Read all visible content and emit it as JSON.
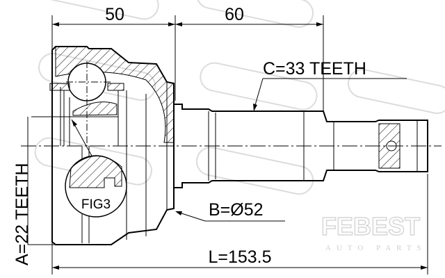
{
  "watermark": {
    "brand": "FEBEST",
    "tagline": "AUTO PARTS"
  },
  "dimensions": {
    "top_left": "50",
    "top_right": "60",
    "spline_outer": "C=33 TEETH",
    "spline_inner": "A=22 TEETH",
    "diameter": "B=Ø52",
    "length": "L=153.5"
  },
  "detail_label": "FIG3"
}
